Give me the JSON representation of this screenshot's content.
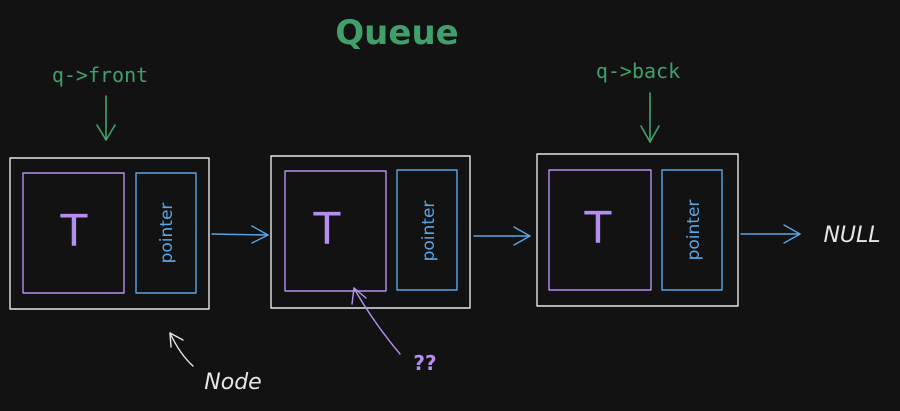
{
  "title": "Queue",
  "labels": {
    "front": "q->front",
    "back": "q->back",
    "null": "NULL",
    "node": "Node",
    "unknown": "??"
  },
  "nodes": [
    {
      "value": "T",
      "pointer": "pointer"
    },
    {
      "value": "T",
      "pointer": "pointer"
    },
    {
      "value": "T",
      "pointer": "pointer"
    }
  ],
  "colors": {
    "background": "#121212",
    "green": "#3fa06b",
    "white": "#e6e6e6",
    "purple": "#b58ff0",
    "blue": "#5aa5e6"
  }
}
